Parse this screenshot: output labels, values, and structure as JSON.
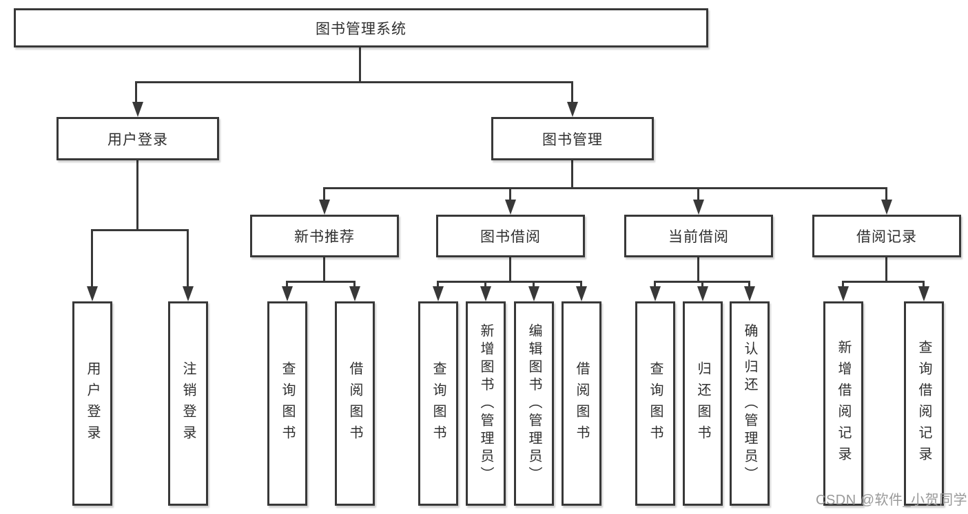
{
  "colors": {
    "background": "#ffffff",
    "line": "#383838",
    "text": "#2f2f2f",
    "watermark": "#999999"
  },
  "watermark": {
    "text": "CSDN @软件_小贺同学"
  },
  "tree": {
    "root": {
      "label": "图书管理系统"
    },
    "level2": [
      {
        "label": "用户登录"
      },
      {
        "label": "图书管理"
      }
    ],
    "level3": [
      {
        "label": "新书推荐",
        "parent": "图书管理"
      },
      {
        "label": "图书借阅",
        "parent": "图书管理"
      },
      {
        "label": "当前借阅",
        "parent": "图书管理"
      },
      {
        "label": "借阅记录",
        "parent": "图书管理"
      }
    ],
    "leaves": [
      {
        "label": "用户登录",
        "parent": "用户登录"
      },
      {
        "label": "注销登录",
        "parent": "用户登录"
      },
      {
        "label": "查询图书",
        "parent": "新书推荐"
      },
      {
        "label": "借阅图书",
        "parent": "新书推荐"
      },
      {
        "label": "查询图书",
        "parent": "图书借阅"
      },
      {
        "label": "新增图书（管理员）",
        "parent": "图书借阅"
      },
      {
        "label": "编辑图书（管理员）",
        "parent": "图书借阅"
      },
      {
        "label": "借阅图书",
        "parent": "图书借阅"
      },
      {
        "label": "查询图书",
        "parent": "当前借阅"
      },
      {
        "label": "归还图书",
        "parent": "当前借阅"
      },
      {
        "label": "确认归还（管理员）",
        "parent": "当前借阅"
      },
      {
        "label": "新增借阅记录",
        "parent": "借阅记录"
      },
      {
        "label": "查询借阅记录",
        "parent": "借阅记录"
      }
    ]
  }
}
